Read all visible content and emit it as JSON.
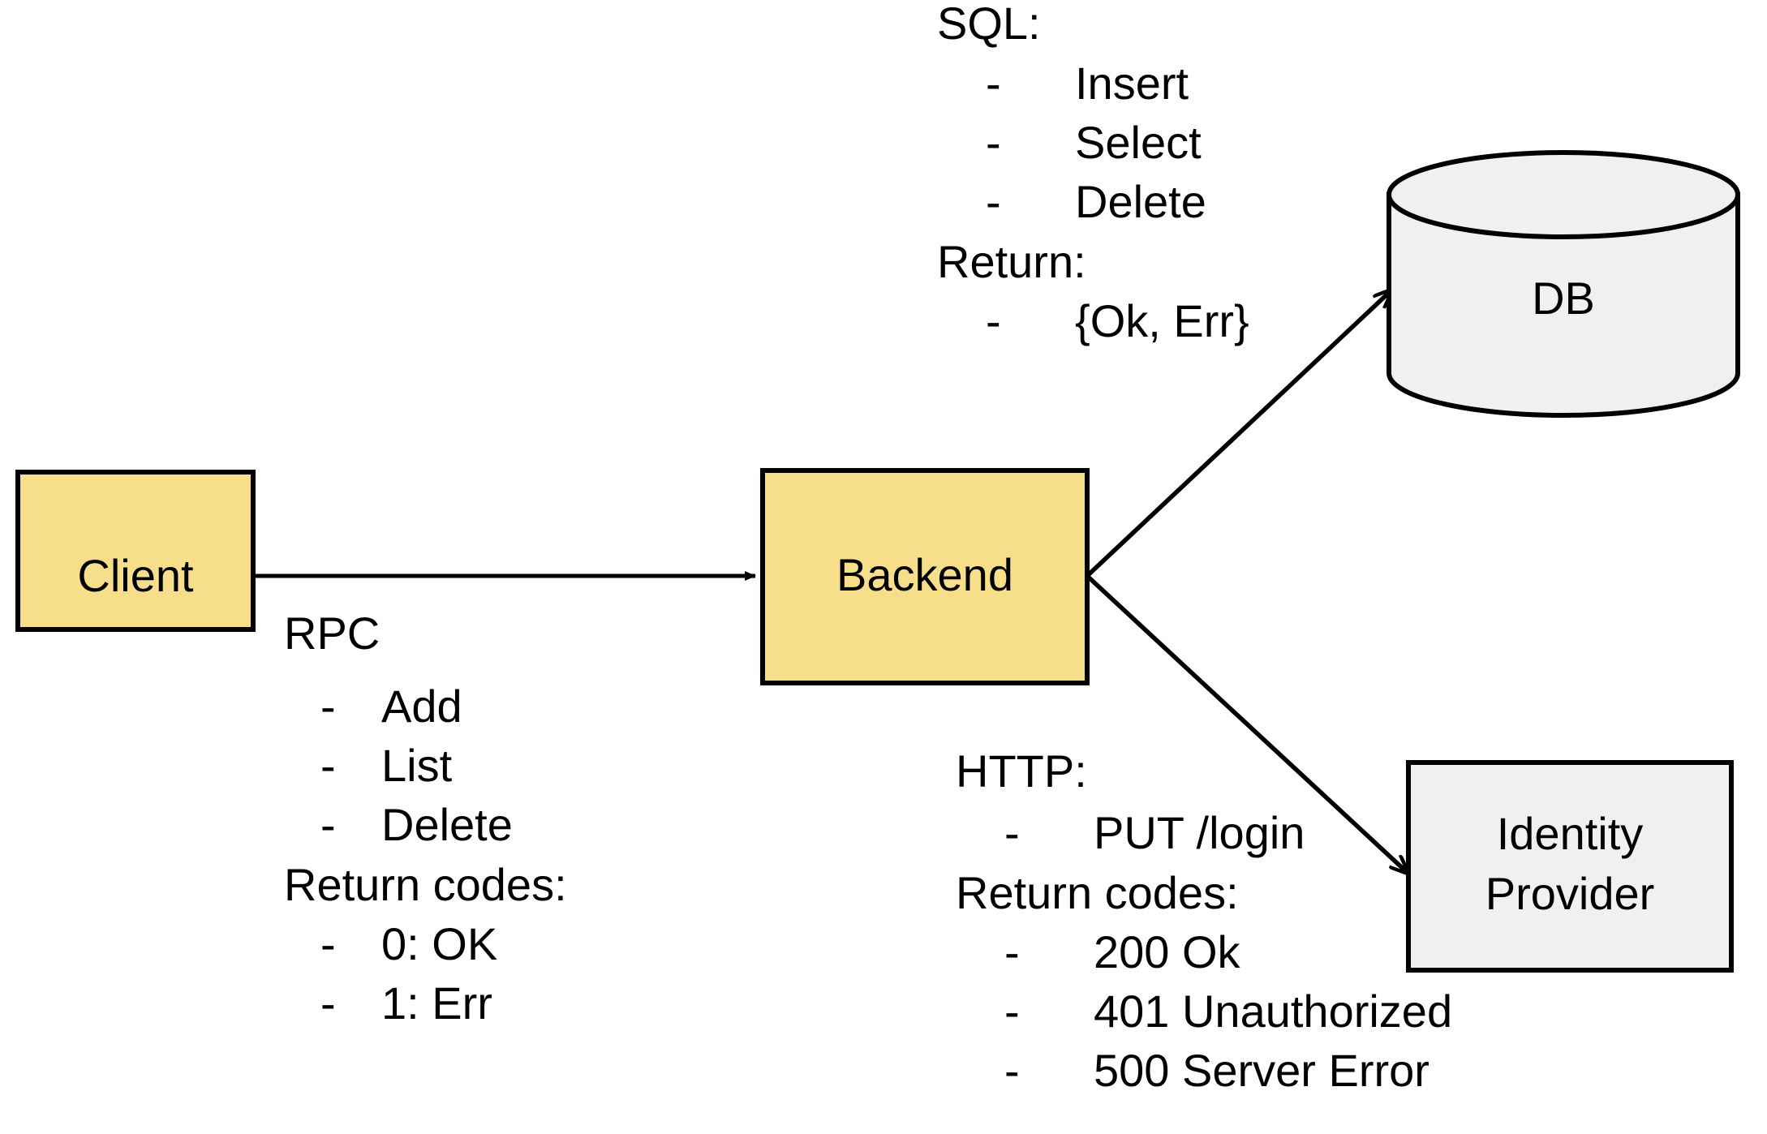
{
  "colors": {
    "node_fill_yellow": "#F7DE8B",
    "node_fill_gray": "#F0F0F0",
    "stroke": "#000000",
    "background": "#FFFFFF",
    "text": "#000000"
  },
  "nodes": {
    "client": {
      "label": "Client",
      "shape": "rectangle",
      "fill": "#F7DE8B"
    },
    "backend": {
      "label": "Backend",
      "shape": "rectangle",
      "fill": "#F7DE8B"
    },
    "db": {
      "label": "DB",
      "shape": "cylinder",
      "fill": "#F0F0F0"
    },
    "idp": {
      "label_line1": "Identity",
      "label_line2": "Provider",
      "shape": "rectangle",
      "fill": "#F0F0F0"
    }
  },
  "edges": {
    "client_to_backend": {
      "from": "client",
      "to": "backend",
      "arrow": "filled-triangle"
    },
    "backend_to_db": {
      "from": "backend",
      "to": "db",
      "arrow": "open-barb"
    },
    "backend_to_idp": {
      "from": "backend",
      "to": "idp",
      "arrow": "open-barb"
    }
  },
  "annotations": {
    "rpc": {
      "heading": "RPC",
      "bullet": "-",
      "items": [
        "Add",
        "List",
        "Delete"
      ],
      "sub_heading": "Return codes:",
      "sub_items": [
        "0: OK",
        "1: Err"
      ]
    },
    "sql": {
      "heading": "SQL:",
      "bullet": "-",
      "items": [
        "Insert",
        "Select",
        "Delete"
      ],
      "sub_heading": "Return:",
      "sub_items": [
        "{Ok, Err}"
      ]
    },
    "http": {
      "heading": "HTTP:",
      "bullet": "-",
      "items": [
        "PUT /login"
      ],
      "sub_heading": "Return codes:",
      "sub_items": [
        "200 Ok",
        "401 Unauthorized",
        "500 Server Error"
      ]
    }
  }
}
